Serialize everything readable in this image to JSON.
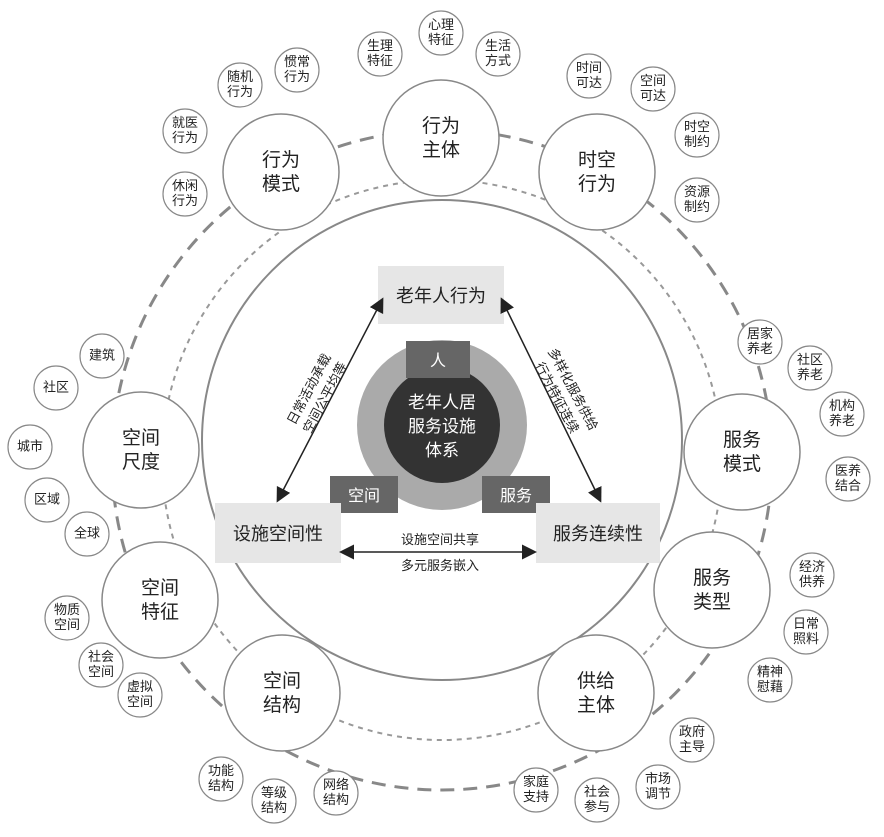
{
  "center": {
    "lines": [
      "老年人居",
      "服务设施",
      "体系"
    ]
  },
  "tags": {
    "person": "人",
    "space": "空间",
    "service": "服务"
  },
  "boxes": {
    "behavior": "老年人行为",
    "facility": "设施空间性",
    "service": "服务连续性"
  },
  "relations": {
    "left": [
      "日常活动承载",
      "空间公平均等"
    ],
    "right": [
      "多样化服务供给",
      "行为特征连续"
    ],
    "bottom": [
      "设施空间共享",
      "多元服务嵌入"
    ]
  },
  "big_nodes": [
    {
      "id": "actor",
      "lines": [
        "行为",
        "主体"
      ]
    },
    {
      "id": "timespace",
      "lines": [
        "时空",
        "行为"
      ]
    },
    {
      "id": "svcmode",
      "lines": [
        "服务",
        "模式"
      ]
    },
    {
      "id": "svctype",
      "lines": [
        "服务",
        "类型"
      ]
    },
    {
      "id": "supplier",
      "lines": [
        "供给",
        "主体"
      ]
    },
    {
      "id": "spstruct",
      "lines": [
        "空间",
        "结构"
      ]
    },
    {
      "id": "spfeat",
      "lines": [
        "空间",
        "特征"
      ]
    },
    {
      "id": "spscale",
      "lines": [
        "空间",
        "尺度"
      ]
    },
    {
      "id": "behmode",
      "lines": [
        "行为",
        "模式"
      ]
    }
  ],
  "small_nodes": [
    {
      "lines": [
        "生理",
        "特征"
      ]
    },
    {
      "lines": [
        "心理",
        "特征"
      ]
    },
    {
      "lines": [
        "生活",
        "方式"
      ]
    },
    {
      "lines": [
        "时间",
        "可达"
      ]
    },
    {
      "lines": [
        "空间",
        "可达"
      ]
    },
    {
      "lines": [
        "时空",
        "制约"
      ]
    },
    {
      "lines": [
        "资源",
        "制约"
      ]
    },
    {
      "lines": [
        "居家",
        "养老"
      ]
    },
    {
      "lines": [
        "社区",
        "养老"
      ]
    },
    {
      "lines": [
        "机构",
        "养老"
      ]
    },
    {
      "lines": [
        "医养",
        "结合"
      ]
    },
    {
      "lines": [
        "经济",
        "供养"
      ]
    },
    {
      "lines": [
        "日常",
        "照料"
      ]
    },
    {
      "lines": [
        "精神",
        "慰藉"
      ]
    },
    {
      "lines": [
        "政府",
        "主导"
      ]
    },
    {
      "lines": [
        "市场",
        "调节"
      ]
    },
    {
      "lines": [
        "社会",
        "参与"
      ]
    },
    {
      "lines": [
        "家庭",
        "支持"
      ]
    },
    {
      "lines": [
        "网络",
        "结构"
      ]
    },
    {
      "lines": [
        "等级",
        "结构"
      ]
    },
    {
      "lines": [
        "功能",
        "结构"
      ]
    },
    {
      "lines": [
        "虚拟",
        "空间"
      ]
    },
    {
      "lines": [
        "社会",
        "空间"
      ]
    },
    {
      "lines": [
        "物质",
        "空间"
      ]
    },
    {
      "lines": [
        "全球"
      ]
    },
    {
      "lines": [
        "区域"
      ]
    },
    {
      "lines": [
        "城市"
      ]
    },
    {
      "lines": [
        "社区"
      ]
    },
    {
      "lines": [
        "建筑"
      ]
    },
    {
      "lines": [
        "休闲",
        "行为"
      ]
    },
    {
      "lines": [
        "就医",
        "行为"
      ]
    },
    {
      "lines": [
        "随机",
        "行为"
      ]
    },
    {
      "lines": [
        "惯常",
        "行为"
      ]
    }
  ],
  "colors": {
    "dark": "#333333",
    "mid": "#aaaaaa",
    "tag": "#666666",
    "box": "#e6e6e6",
    "line": "#888888"
  }
}
